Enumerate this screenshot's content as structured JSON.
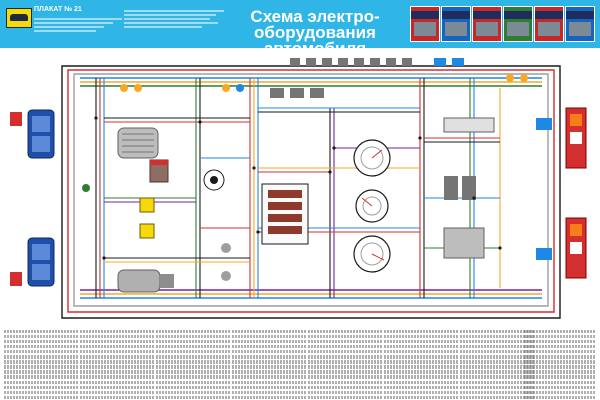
{
  "header": {
    "badge_icon": "car-icon",
    "poster_number": "ПЛАКАТ № 21",
    "title_line1": "Схема электро-",
    "title_line2": "оборудования автомобиля",
    "background_color": "#2fb6e6",
    "title_color": "#ffffff"
  },
  "covers": [
    {
      "color": "#c62828"
    },
    {
      "color": "#1565c0"
    },
    {
      "color": "#c62828"
    },
    {
      "color": "#2e7d32"
    },
    {
      "color": "#c62828"
    },
    {
      "color": "#1565c0"
    }
  ],
  "diagram": {
    "wire_colors": [
      "#1a1a1a",
      "#d32f2f",
      "#1e88e5",
      "#f9a825",
      "#2e7d32",
      "#9e9e9e",
      "#7b1fa2"
    ],
    "component_color": "#9e9e9e"
  },
  "legend": {
    "columns": 8,
    "lines_per_column": 14
  }
}
